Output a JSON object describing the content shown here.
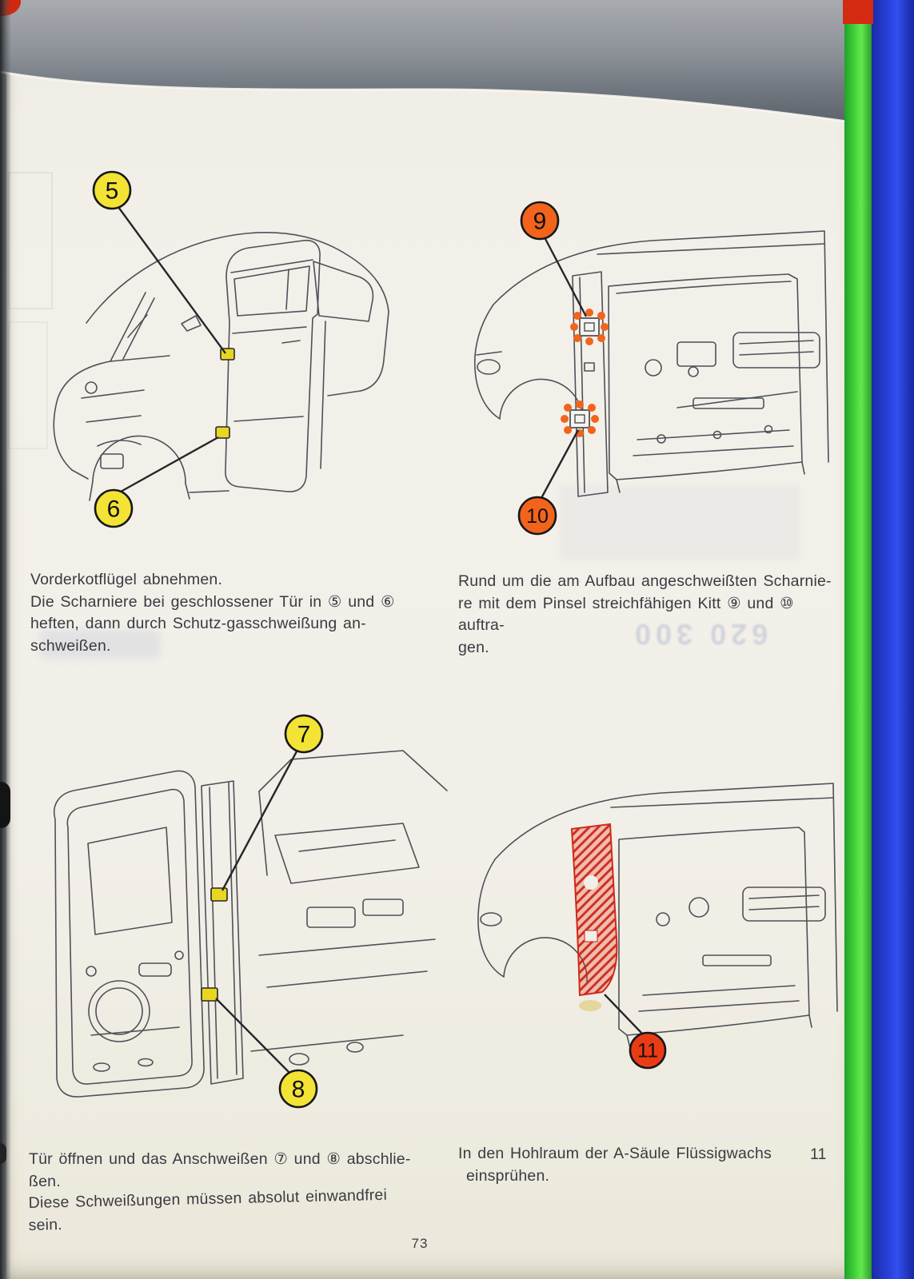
{
  "page": {
    "number": "73"
  },
  "captions": {
    "top_left": {
      "lines": [
        "Vorderkotflügel abnehmen.",
        "Die Scharniere bei geschlossener Tür in ⑤ und ⑥",
        "heften, dann durch Schutz-gasschweißung an-",
        "schweißen."
      ]
    },
    "top_right": {
      "lines": [
        "Rund um die am Aufbau angeschweißten Scharnie-",
        "re mit dem Pinsel streichfähigen Kitt ⑨ und ⑩ auftra-",
        "gen."
      ]
    },
    "bottom_left": {
      "lines": [
        "Tür öffnen und das Anschweißen ⑦ und ⑧ abschlie-",
        "ßen.",
        "Diese Schweißungen müssen absolut einwandfrei",
        "sein."
      ]
    },
    "bottom_right": {
      "lines": [
        "In den Hohlraum der A-Säule Flüssigwachs",
        "einsprühen."
      ],
      "margin_number": "11"
    }
  },
  "figures": {
    "top_left": {
      "callouts": {
        "a": "5",
        "b": "6"
      }
    },
    "top_right": {
      "callouts": {
        "a": "9",
        "b": "10"
      }
    },
    "bottom_left": {
      "callouts": {
        "a": "7",
        "b": "8"
      }
    },
    "bottom_right": {
      "callouts": {
        "a": "11"
      }
    }
  },
  "ghosts": {
    "mirrored_number": "620 300"
  },
  "colors": {
    "callout_yellow": "#f2e335",
    "callout_orange": "#f2641c",
    "callout_red": "#ea3c14",
    "hinge_highlight": "#e8d621",
    "side_strip_green": "#3fd23a",
    "side_strip_blue": "#2236c8",
    "corner_red": "#d42a12",
    "paper": "#f2efe8"
  }
}
